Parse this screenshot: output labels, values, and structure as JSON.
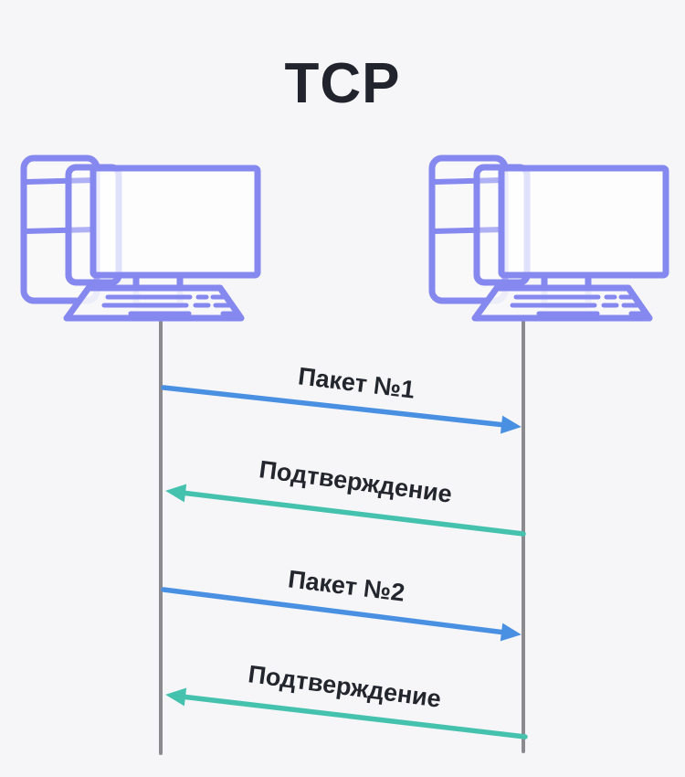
{
  "title": "TCP",
  "nodes": [
    {
      "id": "computer-left",
      "icon": "desktop-computer-icon"
    },
    {
      "id": "computer-right",
      "icon": "desktop-computer-icon"
    }
  ],
  "messages": [
    {
      "label": "Пакет №1",
      "direction": "left-to-right",
      "type": "packet"
    },
    {
      "label": "Подтверждение",
      "direction": "right-to-left",
      "type": "ack"
    },
    {
      "label": "Пакет №2",
      "direction": "left-to-right",
      "type": "packet"
    },
    {
      "label": "Подтверждение",
      "direction": "right-to-left",
      "type": "ack"
    }
  ],
  "colors": {
    "background": "#f6f6f8",
    "title_text": "#21242c",
    "label_text": "#23262d",
    "computer": "#8588ef",
    "lifeline": "#8b8b8f",
    "packet": "#4a90e2",
    "ack": "#45c2ae"
  }
}
